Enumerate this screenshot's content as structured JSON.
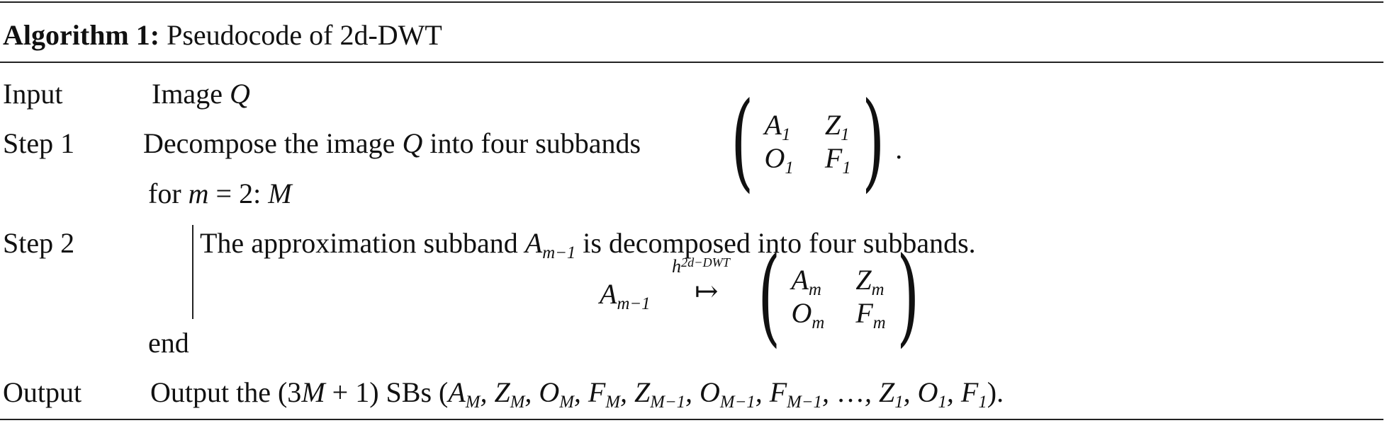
{
  "algorithm": {
    "label": "Algorithm 1:",
    "title": "Pseudocode of 2d-DWT"
  },
  "rows": {
    "input": {
      "label": "Input",
      "text": "Image ",
      "var": "Q"
    },
    "step1": {
      "label": "Step 1",
      "text_a": "Decompose the image ",
      "var": "Q",
      "text_b": " into four subbands",
      "matrix": [
        "A1",
        "Z1",
        "O1",
        "F1"
      ],
      "end_punct": "."
    },
    "loop": {
      "for": "for ",
      "var": "m",
      "expr": " = 2: ",
      "upper": "M"
    },
    "step2": {
      "label": "Step 2",
      "text_a": "The approximation subband ",
      "var": "A",
      "var_sub": "m−1",
      "text_b": " is decomposed into four subbands.",
      "map_left": "A",
      "map_left_sub": "m−1",
      "map_operator": "↦",
      "map_label": "h",
      "map_label_sup": "2d−DWT",
      "matrix": [
        "Am",
        "Zm",
        "Om",
        "Fm"
      ]
    },
    "end": {
      "text": "end"
    },
    "output": {
      "label": "Output",
      "text_a": "Output the (3",
      "var_M": "M",
      "text_b": " + 1) SBs (",
      "list": "A_M, Z_M, O_M, F_M, Z_{M−1}, O_{M−1}, F_{M−1}, …, Z_1, O_1, F_1",
      "text_c": ")."
    }
  }
}
